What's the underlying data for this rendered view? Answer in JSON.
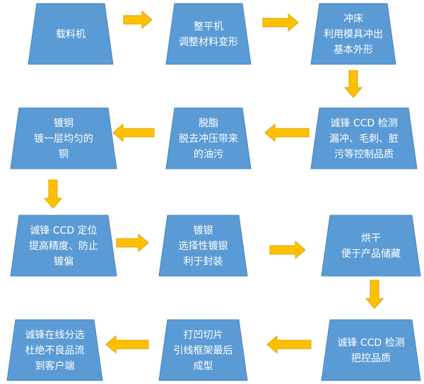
{
  "colors": {
    "node_fill": "#5b9bd5",
    "node_text": "#ffffff",
    "arrow_fill": "#ffc000"
  },
  "nodes": [
    {
      "id": "n1",
      "lines": [
        "载料机"
      ]
    },
    {
      "id": "n2",
      "lines": [
        "整平机",
        "调整材料变形"
      ]
    },
    {
      "id": "n3",
      "lines": [
        "冲床",
        "利用模具冲出",
        "基本外形"
      ]
    },
    {
      "id": "n4",
      "lines": [
        "诚锋 CCD 检测",
        "漏冲、毛刺、脏",
        "污等控制品质"
      ]
    },
    {
      "id": "n5",
      "lines": [
        "脱脂",
        "脱去冲压带来",
        "的油污"
      ]
    },
    {
      "id": "n6",
      "lines": [
        "镀铜",
        "镀一层均匀的",
        "铜"
      ]
    },
    {
      "id": "n7",
      "lines": [
        "诚锋 CCD 定位",
        "提高精度、防止",
        "镀偏"
      ]
    },
    {
      "id": "n8",
      "lines": [
        "镀银",
        "选择性镀银",
        "利于封装"
      ]
    },
    {
      "id": "n9",
      "lines": [
        "烘干",
        "便于产品储藏"
      ]
    },
    {
      "id": "n10",
      "lines": [
        "诚锋 CCD 检测",
        "把控品质"
      ]
    },
    {
      "id": "n11",
      "lines": [
        "打凹切片",
        "引线框架最后",
        "成型"
      ]
    },
    {
      "id": "n12",
      "lines": [
        "诚锋在线分选",
        "杜绝不良品流",
        "到客户端"
      ]
    }
  ],
  "edges": [
    [
      "n1",
      "n2"
    ],
    [
      "n2",
      "n3"
    ],
    [
      "n3",
      "n4"
    ],
    [
      "n4",
      "n5"
    ],
    [
      "n5",
      "n6"
    ],
    [
      "n6",
      "n7"
    ],
    [
      "n7",
      "n8"
    ],
    [
      "n8",
      "n9"
    ],
    [
      "n9",
      "n10"
    ],
    [
      "n10",
      "n11"
    ],
    [
      "n11",
      "n12"
    ]
  ]
}
